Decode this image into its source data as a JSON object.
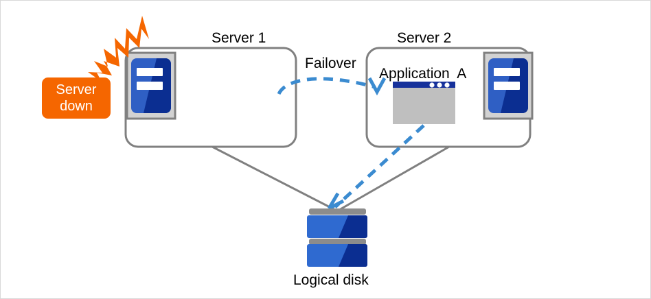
{
  "diagram": {
    "title_server1": "Server 1",
    "title_server2": "Server 2",
    "failover_label": "Failover",
    "application_label": "Application  A",
    "disk_label": "Logical disk",
    "status_badge": {
      "line1": "Server",
      "line2": "down"
    }
  },
  "colors": {
    "badge_orange": "#f56600",
    "bolt_orange": "#f56600",
    "box_outline_gray": "#808080",
    "icon_gray_frame": "#d2d2d2",
    "icon_blue_light": "#2f5fc4",
    "icon_blue_dark": "#0b2e91",
    "app_titlebar_blue": "#16319b",
    "app_body_gray": "#bfbfbf",
    "arrow_blue": "#3b8bd0",
    "connector_gray": "#808080",
    "disk_blue_light": "#2f6ad0",
    "disk_blue_dark": "#0b2e91",
    "disk_bar_gray": "#8c8c8c",
    "page_border": "#d8d8d8",
    "text_black": "#000000",
    "text_white": "#ffffff"
  },
  "icons": {
    "server1_unit": "server-unit-icon",
    "server2_unit": "server-unit-icon",
    "application_window": "application-window-icon",
    "disk": "logical-disk-icon",
    "fault": "lightning-burst-icon",
    "failover_arrow": "dashed-curved-arrow-icon",
    "disk_access_arrow": "dashed-straight-arrow-icon"
  }
}
